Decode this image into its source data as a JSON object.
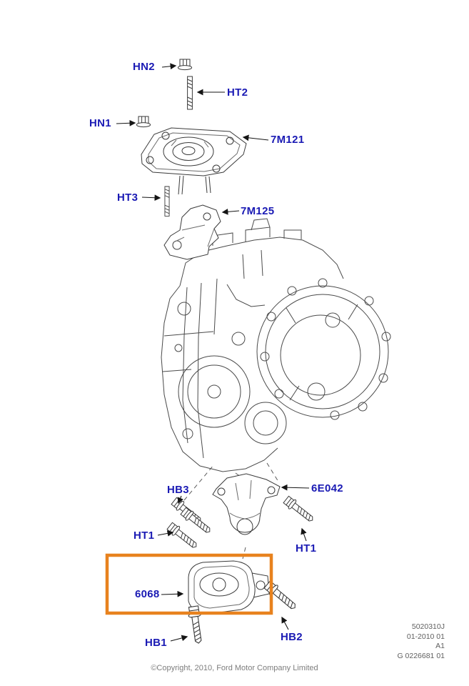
{
  "document": {
    "type": "exploded-parts-diagram",
    "highlight_color": "#E8821E",
    "callout_color": "#1A1AB4"
  },
  "callouts": {
    "hn2": "HN2",
    "ht2": "HT2",
    "hn1": "HN1",
    "7m121": "7M121",
    "ht3": "HT3",
    "7m125": "7M125",
    "hb3": "HB3",
    "6e042": "6E042",
    "ht1_left": "HT1",
    "ht1_right": "HT1",
    "6068": "6068",
    "hb1": "HB1",
    "hb2": "HB2"
  },
  "footer": {
    "copyright": "©Copyright, 2010, Ford Motor Company Limited",
    "doc_number": "5020310J",
    "date_code": "01-2010 01",
    "sheet": "A1",
    "figure_number": "G 0226681 01"
  }
}
